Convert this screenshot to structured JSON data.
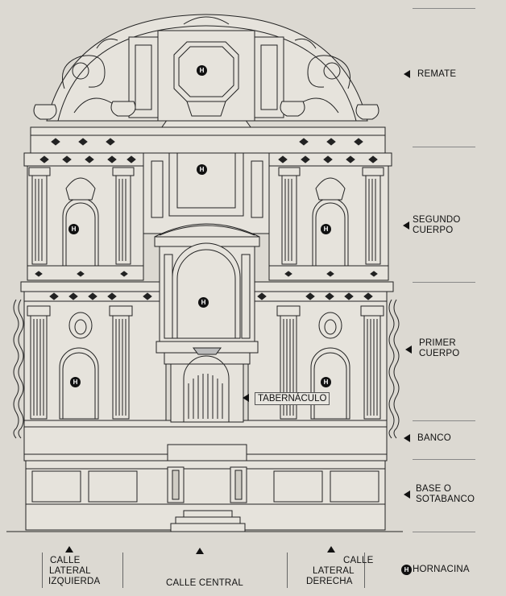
{
  "sections": {
    "remate": "REMATE",
    "segundo_cuerpo": [
      "SEGUNDO",
      "CUERPO"
    ],
    "primer_cuerpo": [
      "PRIMER",
      "CUERPO"
    ],
    "banco": "BANCO",
    "base": [
      "BASE O",
      "SOTABANCO"
    ]
  },
  "tabernaculo": "TABERNÁCULO",
  "calles": {
    "izquierda": [
      "CALLE",
      "LATERAL",
      "IZQUIERDA"
    ],
    "central": "CALLE CENTRAL",
    "derecha": [
      "CALLE",
      "LATERAL",
      "DERECHA"
    ]
  },
  "legend": {
    "icon_letter": "H",
    "label": "HORNACINA"
  },
  "colors": {
    "background": "#dcd9d2",
    "line": "#222222",
    "fill": "#e6e3dc"
  }
}
